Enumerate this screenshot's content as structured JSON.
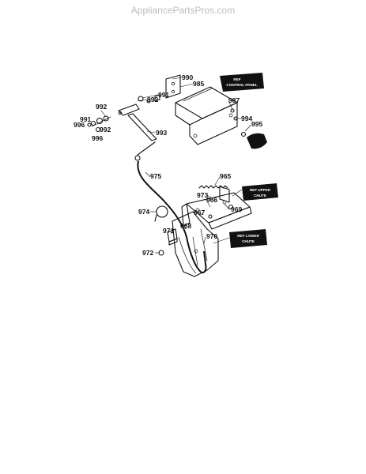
{
  "watermark": "AppliancePartsPros.com",
  "part_labels": [
    "990",
    "985",
    "991",
    "992",
    "987",
    "994",
    "995",
    "992",
    "991",
    "996",
    "992",
    "996",
    "993",
    "975",
    "965",
    "973",
    "966",
    "969",
    "967",
    "974",
    "968",
    "971",
    "970",
    "972"
  ],
  "ref_tags": {
    "control_panel": [
      "REF",
      "CONTROL PANEL"
    ],
    "upper_chute": [
      "REF UPPER",
      "CHUTE"
    ],
    "lower_chute": [
      "REF LOWER",
      "CHUTE"
    ]
  }
}
